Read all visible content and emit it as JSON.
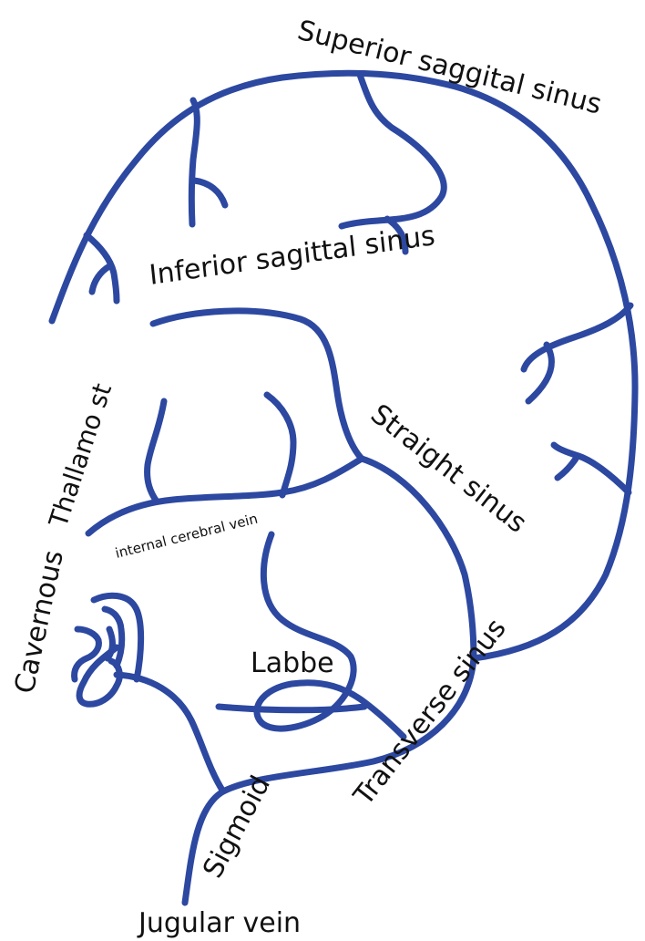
{
  "colors": {
    "vessel": "#2c48a0",
    "text": "#111111",
    "background": "#ffffff"
  },
  "labels": {
    "superior_sagittal_sinus": "Superior saggital sinus",
    "inferior_sagittal_sinus": "Inferior sagittal sinus",
    "thalamostriate": "Thallamo st",
    "straight_sinus": "Straight sinus",
    "internal_cerebral_vein": "internal cerebral vein",
    "cavernous": "Cavernous",
    "labbe": "Labbe",
    "transverse_sinus": "Transverse sinus",
    "sigmoid": "Sigmoid",
    "jugular_vein": "Jugular vein"
  }
}
